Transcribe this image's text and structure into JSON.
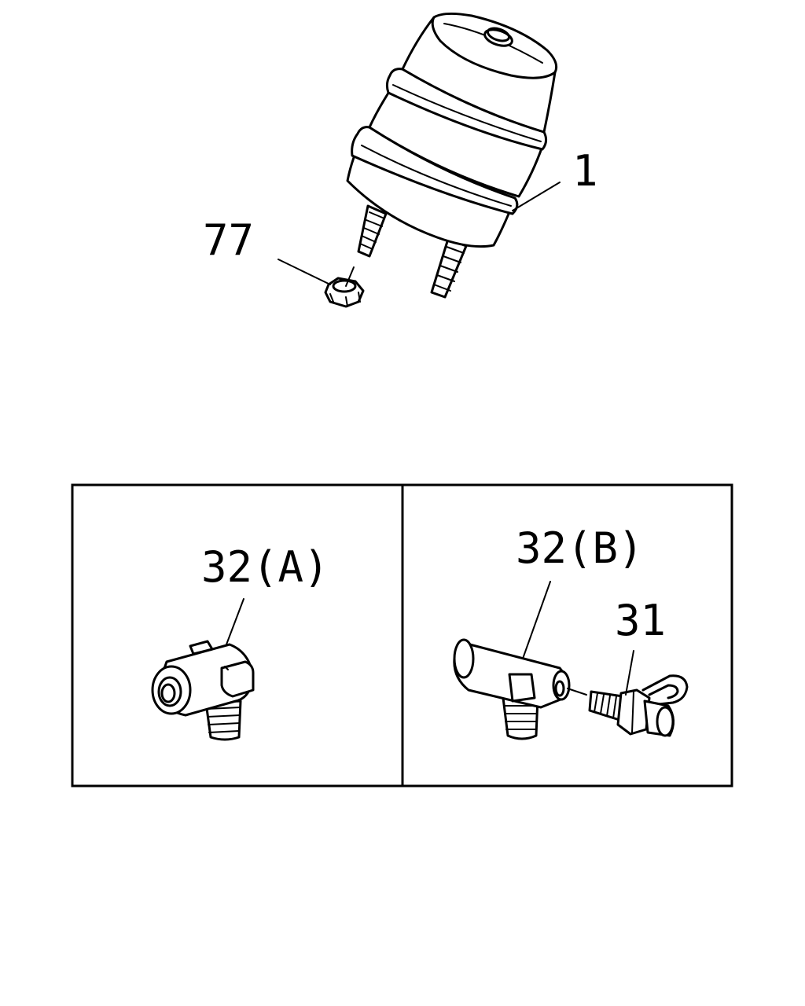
{
  "callouts": {
    "part_1": "1",
    "part_77": "77",
    "part_32a": "32(A)",
    "part_32b": "32(B)",
    "part_31": "31"
  },
  "colors": {
    "line": "#000000",
    "background": "#ffffff"
  }
}
